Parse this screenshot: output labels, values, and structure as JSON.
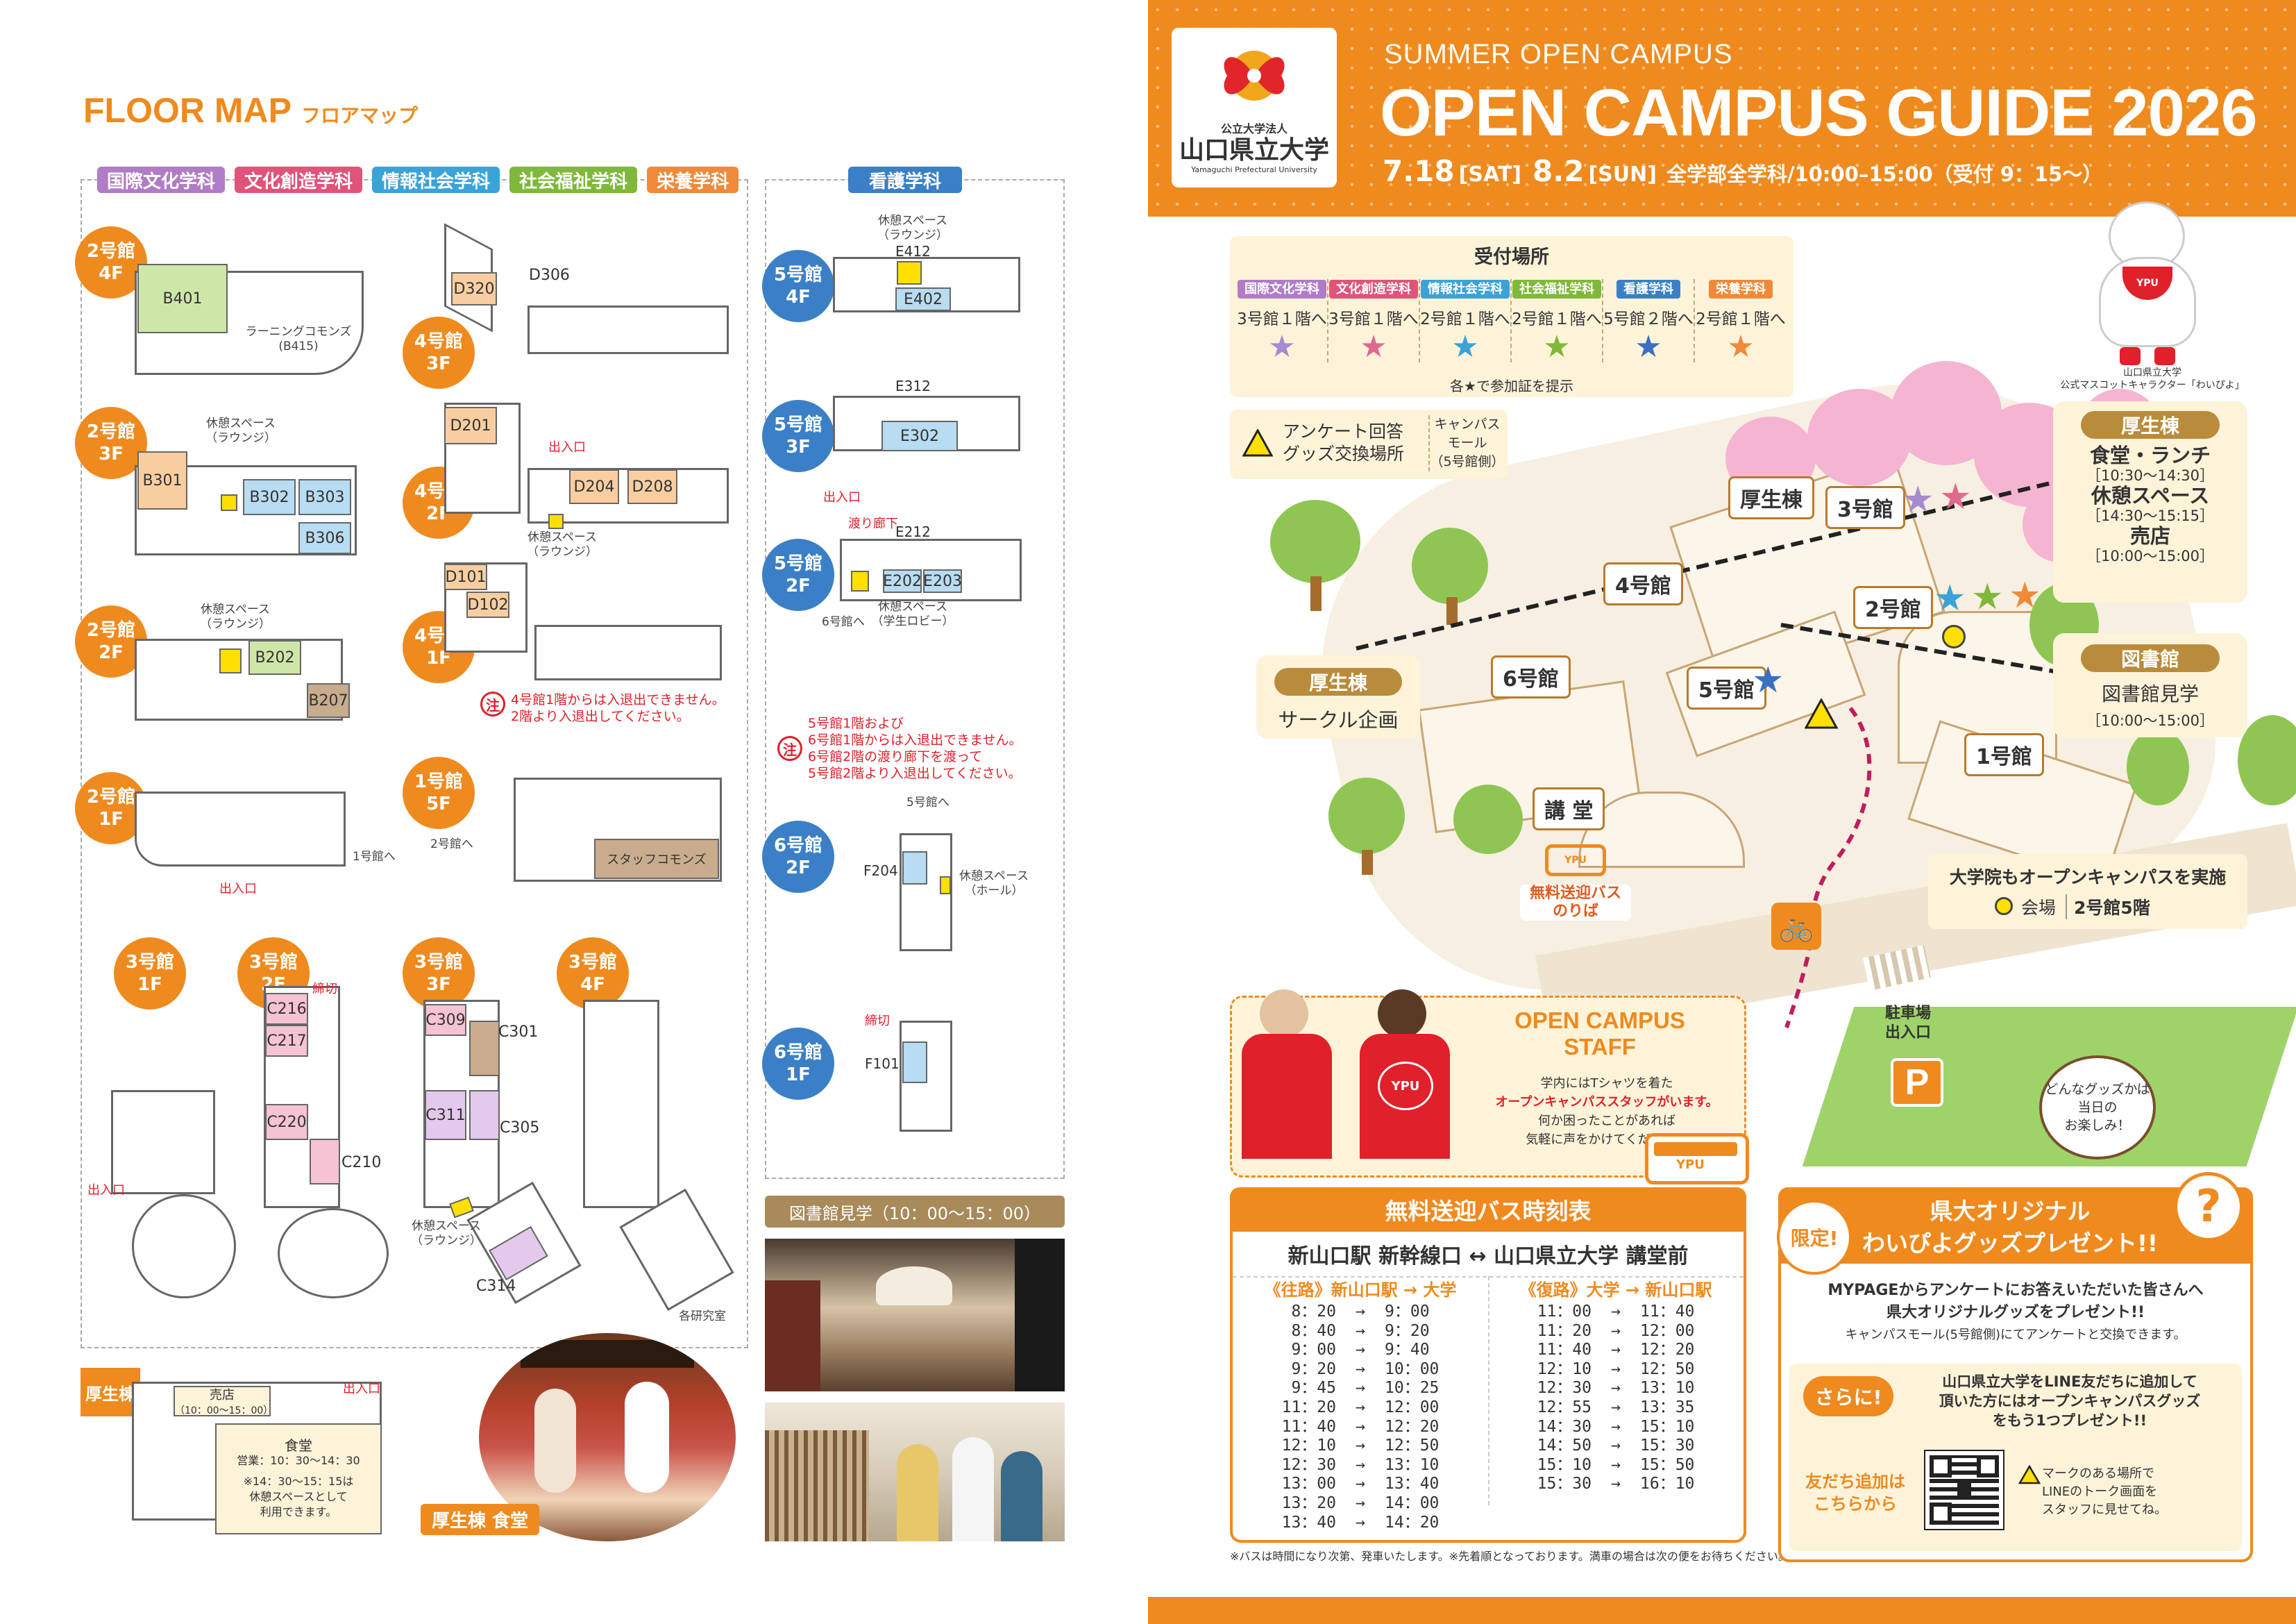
{
  "floor_map": {
    "title_en": "FLOOR MAP",
    "title_ja": "フロアマップ",
    "tags": [
      {
        "label": "国際文化学科",
        "color": "#b07cc6"
      },
      {
        "label": "文化創造学科",
        "color": "#e0537a"
      },
      {
        "label": "情報社会学科",
        "color": "#3aa3d8"
      },
      {
        "label": "社会福祉学科",
        "color": "#7fb83a"
      },
      {
        "label": "栄養学科",
        "color": "#ef8a3a"
      }
    ],
    "nursing_tag": "看護学科",
    "bldg2_4f": {
      "badge": [
        "2号館",
        "4F"
      ],
      "rooms": [
        "B401"
      ],
      "commons": "ラーニングコモンズ",
      "commons_code": "(B415)"
    },
    "bldg2_3f": {
      "badge": [
        "2号館",
        "3F"
      ],
      "rooms": [
        "B301",
        "B302",
        "B303",
        "B306"
      ],
      "rest": "休憩スペース",
      "rest_sub": "（ラウンジ）"
    },
    "bldg2_2f": {
      "badge": [
        "2号館",
        "2F"
      ],
      "rooms": [
        "B202",
        "B207"
      ],
      "rest": "休憩スペース",
      "rest_sub": "（ラウンジ）"
    },
    "bldg2_1f": {
      "badge": [
        "2号館",
        "1F"
      ],
      "entrance": "出入口",
      "to1": "1号館へ"
    },
    "bldg4_3f": {
      "badge": [
        "4号館",
        "3F"
      ],
      "rooms": [
        "D320",
        "D306"
      ]
    },
    "bldg4_2f": {
      "badge": [
        "4号館",
        "2F"
      ],
      "rooms": [
        "D201",
        "D204",
        "D208"
      ],
      "entrance": "出入口",
      "rest": "休憩スペース",
      "rest_sub": "（ラウンジ）"
    },
    "bldg4_1f": {
      "badge": [
        "4号館",
        "1F"
      ],
      "rooms": [
        "D101",
        "D102"
      ]
    },
    "note4": {
      "mark": "注",
      "lines": [
        "4号館1階からは入退出できません。",
        "2階より入退出してください。"
      ]
    },
    "bldg1_5f": {
      "badge": [
        "1号館",
        "5F"
      ],
      "commons": "スタッフコモンズ",
      "to2": "2号館へ"
    },
    "bldg3": [
      {
        "badge": [
          "3号館",
          "1F"
        ],
        "entrance": "出入口"
      },
      {
        "badge": [
          "3号館",
          "2F"
        ],
        "rooms": [
          "C216",
          "C217",
          "C220",
          "C210"
        ],
        "shime": "締切"
      },
      {
        "badge": [
          "3号館",
          "3F"
        ],
        "rooms": [
          "C309",
          "C301",
          "C311",
          "C305",
          "C314"
        ],
        "rest": "休憩スペース",
        "rest_sub": "（ラウンジ）"
      },
      {
        "badge": [
          "3号館",
          "4F"
        ],
        "lab": "各研究室"
      }
    ],
    "bldg5_4f": {
      "badge": [
        "5号館",
        "4F"
      ],
      "rooms": [
        "E412",
        "E402"
      ],
      "rest": "休憩スペース",
      "rest_sub": "（ラウンジ）"
    },
    "bldg5_3f": {
      "badge": [
        "5号館",
        "3F"
      ],
      "rooms": [
        "E312",
        "E302"
      ]
    },
    "bldg5_2f": {
      "badge": [
        "5号館",
        "2F"
      ],
      "rooms": [
        "E212",
        "E202",
        "E203"
      ],
      "entrance": "出入口",
      "corridor": "渡り廊下",
      "rest": "休憩スペース",
      "rest_sub": "（学生ロビー）",
      "to6": "6号館へ"
    },
    "note5": {
      "mark": "注",
      "lines": [
        "5号館1階および",
        "6号館1階からは入退出できません。",
        "6号館2階の渡り廊下を渡って",
        "5号館2階より入退出してください。"
      ]
    },
    "bldg6_2f": {
      "badge": [
        "6号館",
        "2F"
      ],
      "rooms": [
        "F204"
      ],
      "to5": "5号館へ",
      "rest": "休憩スペース",
      "rest_sub": "（ホール）"
    },
    "bldg6_1f": {
      "badge": [
        "6号館",
        "1F"
      ],
      "rooms": [
        "F101"
      ],
      "shime": "締切"
    },
    "kosei": {
      "badge": "厚生棟",
      "shop": "売店",
      "shop_hours": "（10：00～15：00）",
      "entrance": "出入口",
      "dining": "食堂",
      "dining_hours": "営業：10：30～14：30",
      "dining_note": [
        "※14：30～15：15は",
        "休憩スペースとして",
        "利用できます。"
      ]
    },
    "photo_label": "厚生棟 食堂",
    "library_label": "図書館見学（10：00～15：00）"
  },
  "header": {
    "univ_small": "公立大学法人",
    "univ_name": "山口県立大学",
    "univ_en": "Yamaguchi Prefectural University",
    "subtitle": "SUMMER OPEN CAMPUS",
    "title": "OPEN CAMPUS GUIDE 2026",
    "date1": "7.18",
    "day1": "[SAT]",
    "date2": "8.2",
    "day2": "[SUN]",
    "info": "全学部全学科/10:00–15:00（受付 9：15～）"
  },
  "reception": {
    "title": "受付場所",
    "items": [
      {
        "dept": "国際文化学科",
        "place": "3号館１階へ",
        "color": "#b07cc6",
        "star": "#a58ad0"
      },
      {
        "dept": "文化創造学科",
        "place": "3号館１階へ",
        "color": "#e0537a",
        "star": "#e06a8d"
      },
      {
        "dept": "情報社会学科",
        "place": "2号館１階へ",
        "color": "#3aa3d8",
        "star": "#3aa3d8"
      },
      {
        "dept": "社会福祉学科",
        "place": "2号館１階へ",
        "color": "#7fb83a",
        "star": "#7fb83a"
      },
      {
        "dept": "看護学科",
        "place": "5号館２階へ",
        "color": "#3b80c6",
        "star": "#3b6fc0"
      },
      {
        "dept": "栄養学科",
        "place": "2号館１階へ",
        "color": "#ef8a3a",
        "star": "#ef8a3a"
      }
    ],
    "note": "各★で参加証を提示"
  },
  "mascot": {
    "caption1": "山口県立大学",
    "caption2": "公式マスコットキャラクター「わいぴよ」",
    "shirt": "YPU"
  },
  "survey": {
    "line1": "アンケート回答",
    "line2": "グッズ交換場所",
    "place1": "キャンパス",
    "place2": "モール",
    "place3": "（5号館側）"
  },
  "campus": {
    "labels": [
      "厚生棟",
      "3号館",
      "4号館",
      "2号館",
      "6号館",
      "5号館",
      "1号館",
      "講 堂"
    ],
    "kosei_box": {
      "title": "厚生棟",
      "l1": "食堂・ランチ",
      "l2": "［10:30～14:30］",
      "l3": "休憩スペース",
      "l4": "［14:30～15:15］",
      "l5": "売店",
      "l6": "［10:00～15:00］"
    },
    "library_box": {
      "title": "図書館",
      "l1": "図書館見学",
      "l2": "［10:00～15:00］"
    },
    "circle_box": {
      "title": "厚生棟",
      "l1": "サークル企画"
    },
    "grad": {
      "l1": "大学院もオープンキャンパスを実施",
      "venue": "会場",
      "place": "2号館5階"
    },
    "bus_stop": {
      "l1": "無料送迎バス",
      "l2": "のりば"
    },
    "parking": {
      "l1": "駐車場",
      "l2": "出入口",
      "p": "P"
    },
    "goods_bubble": [
      "どんなグッズかは",
      "当日の",
      "お楽しみ！"
    ]
  },
  "staff": {
    "title1": "OPEN CAMPUS",
    "title2": "STAFF",
    "lines": [
      "学内にはTシャツを着た",
      "オープンキャンパススタッフがいます。",
      "何か困ったことがあれば",
      "気軽に声をかけてください。"
    ],
    "shirt": "YPU"
  },
  "bus": {
    "title": "無料送迎バス時刻表",
    "route": "新山口駅 新幹線口 ↔ 山口県立大学 講堂前",
    "out_head": "《往路》新山口駅 → 大学",
    "ret_head": "《復路》大学 → 新山口駅",
    "out": [
      [
        "8：20",
        "9：00"
      ],
      [
        "8：40",
        "9：20"
      ],
      [
        "9：00",
        "9：40"
      ],
      [
        "9：20",
        "10：00"
      ],
      [
        "9：45",
        "10：25"
      ],
      [
        "11：20",
        "12：00"
      ],
      [
        "11：40",
        "12：20"
      ],
      [
        "12：10",
        "12：50"
      ],
      [
        "12：30",
        "13：10"
      ],
      [
        "13：00",
        "13：40"
      ],
      [
        "13：20",
        "14：00"
      ],
      [
        "13：40",
        "14：20"
      ]
    ],
    "ret": [
      [
        "11：00",
        "11：40"
      ],
      [
        "11：20",
        "12：00"
      ],
      [
        "11：40",
        "12：20"
      ],
      [
        "12：10",
        "12：50"
      ],
      [
        "12：30",
        "13：10"
      ],
      [
        "12：55",
        "13：35"
      ],
      [
        "14：30",
        "15：10"
      ],
      [
        "14：50",
        "15：30"
      ],
      [
        "15：10",
        "15：50"
      ],
      [
        "15：30",
        "16：10"
      ]
    ],
    "note": "※バスは時間になり次第、発車いたします。※先着順となっております。満車の場合は次の便をお待ちください。",
    "bus_icon": "YPU"
  },
  "present": {
    "badge": "限定!",
    "title1": "県大オリジナル",
    "title2": "わいぴよグッズプレゼント!!",
    "l1": "MYPAGEからアンケートにお答えいただいた皆さんへ",
    "l2": "県大オリジナルグッズをプレゼント!!",
    "l3": "キャンパスモール(5号館側)にてアンケートと交換できます。",
    "more": "さらに!",
    "m1": "山口県立大学をLINE友だちに追加して",
    "m2": "頂いた方にはオープンキャンパスグッズ",
    "m3": "をもう1つプレゼント!!",
    "friend1": "友だち追加は",
    "friend2": "こちらから",
    "mark_note": [
      "マークのある場所で",
      "LINEのトーク画面を",
      "スタッフに見せてね。"
    ]
  },
  "colors": {
    "orange": "#ef8a1e",
    "blue": "#3b80c6",
    "beige": "#fdf3d9",
    "brown": "#b98c3b",
    "red": "#e0202a"
  }
}
